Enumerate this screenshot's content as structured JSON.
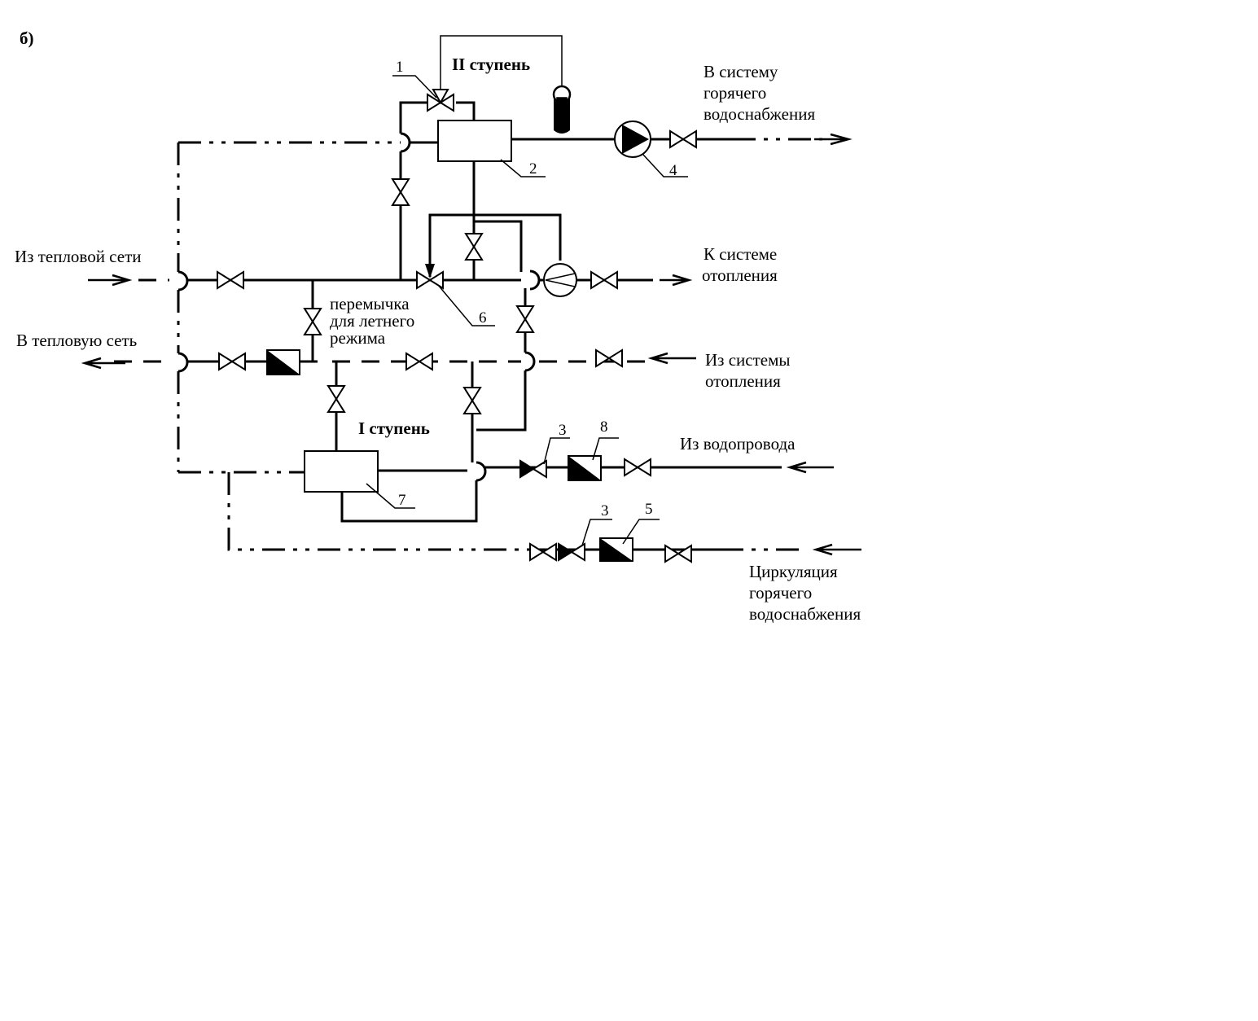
{
  "figure_label": "б)",
  "stage_labels": {
    "stage2": "II ступень",
    "stage1": "I ступень"
  },
  "flow_labels": {
    "dhw_out_1": "В систему",
    "dhw_out_2": "горячего",
    "dhw_out_3": "водоснабжения",
    "from_heat_network": "Из тепловой сети",
    "to_heat_network": "В тепловую сеть",
    "to_heating_1": "К системе",
    "to_heating_2": "отопления",
    "from_heating_1": "Из системы",
    "from_heating_2": "отопления",
    "summer_bypass_1": "перемычка",
    "summer_bypass_2": "для летнего",
    "summer_bypass_3": "режима",
    "from_water_supply": "Из водопровода",
    "circulation_1": "Циркуляция",
    "circulation_2": "горячего",
    "circulation_3": "водоснабжения"
  },
  "callouts": {
    "c1": "1",
    "c2": "2",
    "c3a": "3",
    "c3b": "3",
    "c4": "4",
    "c5": "5",
    "c6": "6",
    "c7": "7",
    "c8": "8"
  }
}
